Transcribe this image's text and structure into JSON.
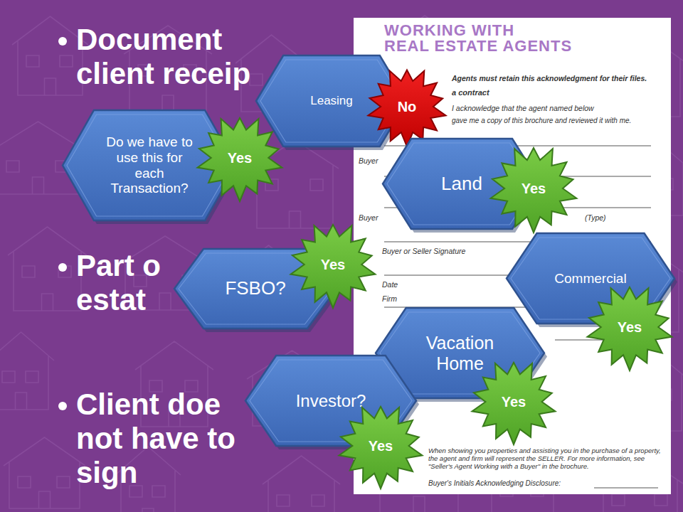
{
  "diagram": {
    "nodes": [
      {
        "text": [
          "Leasing"
        ]
      },
      {
        "text": [
          "No"
        ]
      },
      {
        "text": [
          "Do we have to use this for each Transaction?"
        ]
      },
      {
        "text": [
          "Yes"
        ]
      },
      {
        "text": [
          "Land"
        ]
      },
      {
        "text": [
          "Yes"
        ]
      },
      {
        "text": [
          "FSBO?"
        ]
      },
      {
        "text": [
          "Yes"
        ]
      },
      {
        "text": [
          "Commercial"
        ]
      },
      {
        "text": [
          "Yes"
        ]
      },
      {
        "text": [
          "Vacation Home"
        ]
      },
      {
        "text": [
          "Yes"
        ]
      },
      {
        "text": [
          "Investor?"
        ]
      },
      {
        "text": [
          "Yes"
        ]
      }
    ],
    "labels": [
      "Document",
      "client receip",
      "Part o",
      "estat",
      "Client doe",
      "not have to",
      "sign",
      "WORKING WITH",
      "REAL ESTATE AGENTS",
      "Agents must retain this acknowledgment for their files.",
      "a contract",
      "I acknowledge that the agent named below",
      "gave me a copy of this brochure and reviewed it with me.",
      "Buyer",
      "Buyer",
      "(Type)",
      "Buyer or Seller Signature",
      "Date",
      "Firm",
      "When showing you properties and assisting you in the purchase of a property, the agent and firm will represent the SELLER. For more information, see \"Seller's Agent Working with a Buyer\" in the brochure.",
      "Buyer's Initials Acknowledging Disclosure:"
    ]
  }
}
